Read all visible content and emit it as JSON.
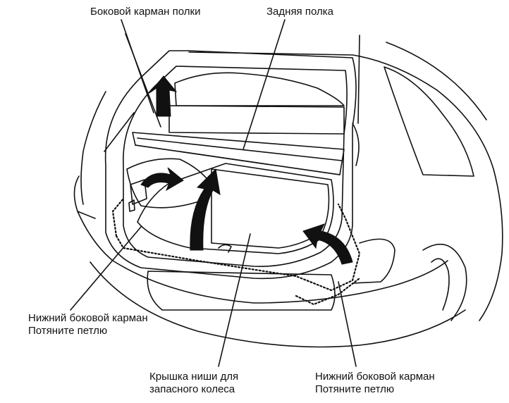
{
  "labels": {
    "shelf_side_pocket": "Боковой карман полки",
    "rear_shelf": "Задняя полка",
    "lower_side_pocket_left": {
      "line1": "Нижний боковой карман",
      "line2": "Потяните петлю"
    },
    "spare_wheel_cover": {
      "line1": "Крышка ниши для",
      "line2": "запасного колеса"
    },
    "lower_side_pocket_right": {
      "line1": "Нижний боковой карман",
      "line2": "Потяните петлю"
    }
  },
  "colors": {
    "ink": "#111111",
    "arrow_fill": "#111111",
    "background": "#ffffff"
  }
}
